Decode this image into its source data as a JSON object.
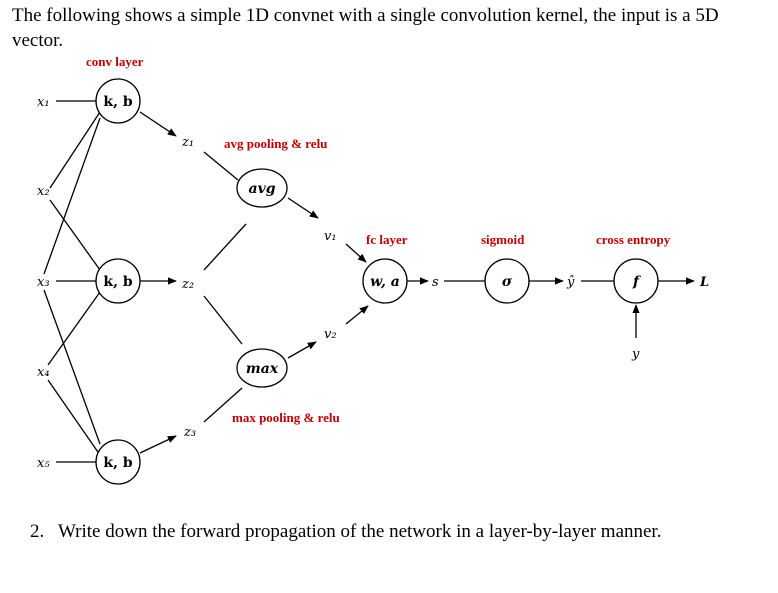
{
  "intro": "The following shows a simple 1D convnet with a single convolution kernel, the input is a 5D vector.",
  "question": {
    "number": "2.",
    "text": "Write down the forward propagation of the network in a layer-by-layer manner."
  },
  "diagram": {
    "section_labels": {
      "conv_layer": "conv layer",
      "avg_pooling": "avg pooling & relu",
      "max_pooling": "max pooling & relu",
      "fc_layer": "fc layer",
      "sigmoid": "sigmoid",
      "cross_entropy": "cross entropy"
    },
    "inputs": [
      "x₁",
      "x₂",
      "x₃",
      "x₄",
      "x₅"
    ],
    "conv_nodes": [
      "k, b",
      "k, b",
      "k, b"
    ],
    "conv_outputs": [
      "z₁",
      "z₂",
      "z₃"
    ],
    "pool_nodes": {
      "avg": "avg",
      "max": "max"
    },
    "pool_outputs": [
      "v₁",
      "v₂"
    ],
    "fc_node": "w, a",
    "fc_output": "s",
    "sigmoid_node": "σ",
    "sigmoid_output": "ŷ",
    "loss_node": "f",
    "target": "y",
    "loss_output": "L"
  }
}
